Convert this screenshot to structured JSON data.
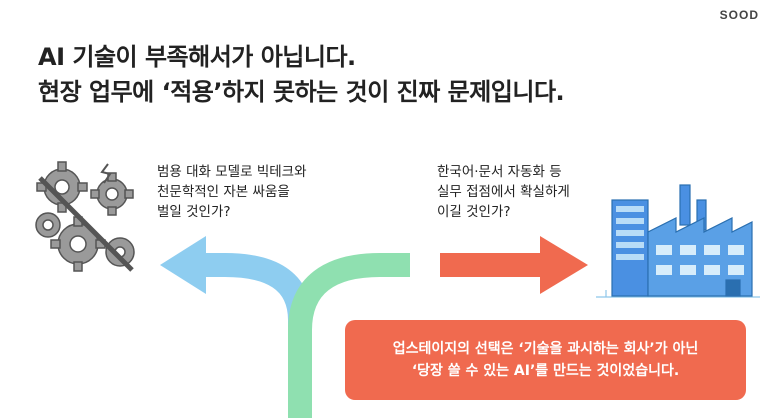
{
  "brand": "SOOD",
  "headline": {
    "line1": "AI 기술이 부족해서가 아닙니다.",
    "line2": "현장 업무에 ‘적용’하지 못하는 것이 진짜 문제입니다."
  },
  "left_option": {
    "line1": "범용 대화 모델로 빅테크와",
    "line2": "천문학적인 자본 싸움을",
    "line3": "벌일 것인가?",
    "icon": "broken-gears-icon"
  },
  "right_option": {
    "line1": "한국어·문서 자동화 등",
    "line2": "실무 접점에서 확실하게",
    "line3": "이길 것인가?",
    "icon": "factory-icon"
  },
  "callout": {
    "line1": "업스테이지의 선택은 ‘기술을 과시하는 회사’가 아닌",
    "line2": "‘당장 쓸 수 있는 AI’를 만드는 것이었습니다."
  },
  "colors": {
    "left_arrow": "#8ecdf0",
    "middle_arrow": "#8fe0b0",
    "right_arrow": "#f06a4f",
    "callout": "#f06a4f"
  }
}
